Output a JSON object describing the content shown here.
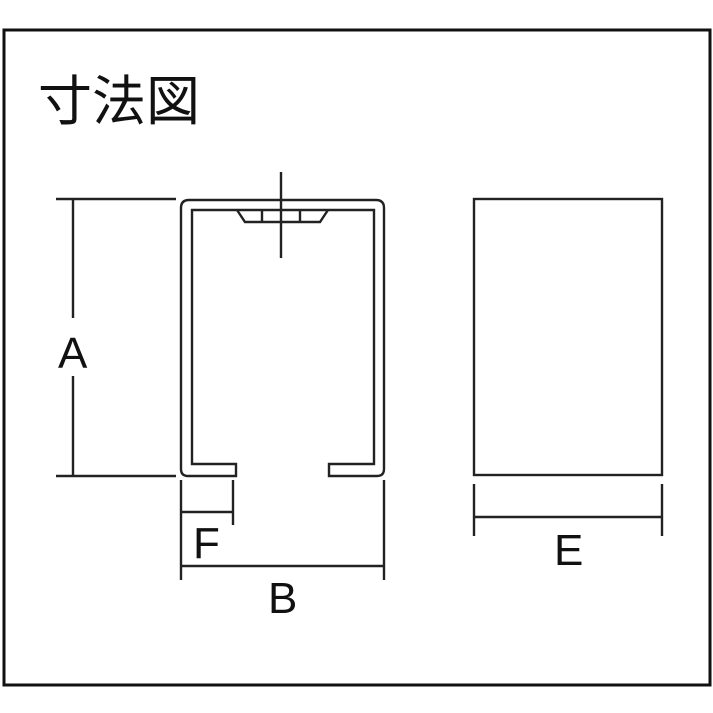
{
  "title": "寸法図",
  "dimensions": {
    "A": "A",
    "B": "B",
    "E": "E",
    "F": "F"
  },
  "views": {
    "front": "channel-profile-front-view",
    "side": "rectangle-side-view"
  },
  "colors": {
    "line": "#111111",
    "background": "#ffffff"
  }
}
